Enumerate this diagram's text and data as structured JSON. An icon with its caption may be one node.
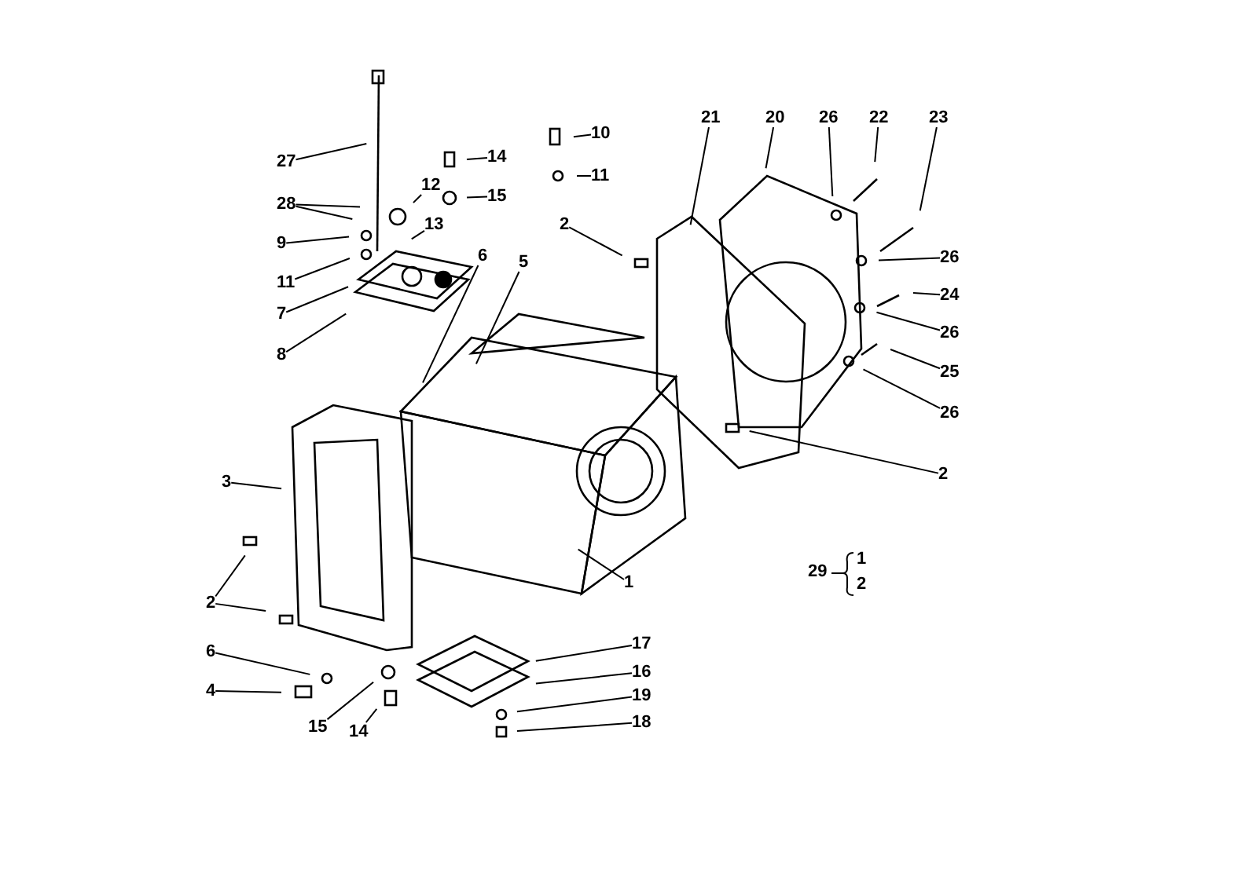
{
  "diagram": {
    "nodes": [
      {
        "text": [
          "27"
        ]
      },
      {
        "text": [
          "28"
        ]
      },
      {
        "text": [
          "12"
        ]
      },
      {
        "text": [
          "14"
        ]
      },
      {
        "text": [
          "15"
        ]
      },
      {
        "text": [
          "13"
        ]
      },
      {
        "text": [
          "10"
        ]
      },
      {
        "text": [
          "11"
        ]
      },
      {
        "text": [
          "9"
        ]
      },
      {
        "text": [
          "11"
        ]
      },
      {
        "text": [
          "7"
        ]
      },
      {
        "text": [
          "8"
        ]
      },
      {
        "text": [
          "2"
        ]
      },
      {
        "text": [
          "6"
        ]
      },
      {
        "text": [
          "5"
        ]
      },
      {
        "text": [
          "21"
        ]
      },
      {
        "text": [
          "20"
        ]
      },
      {
        "text": [
          "26"
        ]
      },
      {
        "text": [
          "22"
        ]
      },
      {
        "text": [
          "23"
        ]
      },
      {
        "text": [
          "26"
        ]
      },
      {
        "text": [
          "24"
        ]
      },
      {
        "text": [
          "26"
        ]
      },
      {
        "text": [
          "25"
        ]
      },
      {
        "text": [
          "26"
        ]
      },
      {
        "text": [
          "2"
        ]
      },
      {
        "text": [
          "3"
        ]
      },
      {
        "text": [
          "1"
        ]
      },
      {
        "text": [
          "2"
        ]
      },
      {
        "text": [
          "6"
        ]
      },
      {
        "text": [
          "4"
        ]
      },
      {
        "text": [
          "15"
        ]
      },
      {
        "text": [
          "14"
        ]
      },
      {
        "text": [
          "17"
        ]
      },
      {
        "text": [
          "16"
        ]
      },
      {
        "text": [
          "19"
        ]
      },
      {
        "text": [
          "18"
        ]
      }
    ],
    "edges": [
      {
        "from": 0,
        "to": null,
        "arrow": "none"
      },
      {
        "from": 1,
        "to": null,
        "arrow": "none"
      },
      {
        "from": 1,
        "to": null,
        "arrow": "none"
      },
      {
        "from": 2,
        "to": null,
        "arrow": "none"
      },
      {
        "from": 3,
        "to": null,
        "arrow": "none"
      },
      {
        "from": 4,
        "to": null,
        "arrow": "none"
      },
      {
        "from": 5,
        "to": null,
        "arrow": "none"
      },
      {
        "from": 6,
        "to": null,
        "arrow": "none"
      },
      {
        "from": 7,
        "to": null,
        "arrow": "none"
      },
      {
        "from": 8,
        "to": null,
        "arrow": "none"
      },
      {
        "from": 9,
        "to": null,
        "arrow": "none"
      },
      {
        "from": 10,
        "to": null,
        "arrow": "none"
      },
      {
        "from": 11,
        "to": null,
        "arrow": "none"
      },
      {
        "from": 12,
        "to": null,
        "arrow": "none"
      },
      {
        "from": 13,
        "to": null,
        "arrow": "none"
      },
      {
        "from": 14,
        "to": null,
        "arrow": "none"
      },
      {
        "from": 15,
        "to": null,
        "arrow": "none"
      },
      {
        "from": 16,
        "to": null,
        "arrow": "none"
      },
      {
        "from": 17,
        "to": null,
        "arrow": "none"
      },
      {
        "from": 18,
        "to": null,
        "arrow": "none"
      },
      {
        "from": 19,
        "to": null,
        "arrow": "none"
      },
      {
        "from": 20,
        "to": null,
        "arrow": "none"
      },
      {
        "from": 21,
        "to": null,
        "arrow": "none"
      },
      {
        "from": 22,
        "to": null,
        "arrow": "none"
      },
      {
        "from": 23,
        "to": null,
        "arrow": "none"
      },
      {
        "from": 24,
        "to": null,
        "arrow": "none"
      },
      {
        "from": 25,
        "to": null,
        "arrow": "none"
      },
      {
        "from": 26,
        "to": null,
        "arrow": "none"
      },
      {
        "from": 27,
        "to": null,
        "arrow": "none"
      },
      {
        "from": 28,
        "to": null,
        "arrow": "none"
      },
      {
        "from": 28,
        "to": null,
        "arrow": "none"
      },
      {
        "from": 29,
        "to": null,
        "arrow": "none"
      },
      {
        "from": 30,
        "to": null,
        "arrow": "none"
      },
      {
        "from": 31,
        "to": null,
        "arrow": "none"
      },
      {
        "from": 32,
        "to": null,
        "arrow": "none"
      },
      {
        "from": 33,
        "to": null,
        "arrow": "none"
      },
      {
        "from": 34,
        "to": null,
        "arrow": "none"
      },
      {
        "from": 35,
        "to": null,
        "arrow": "none"
      },
      {
        "from": 36,
        "to": null,
        "arrow": "none"
      }
    ],
    "labels": [
      "29",
      "1",
      "2"
    ]
  }
}
